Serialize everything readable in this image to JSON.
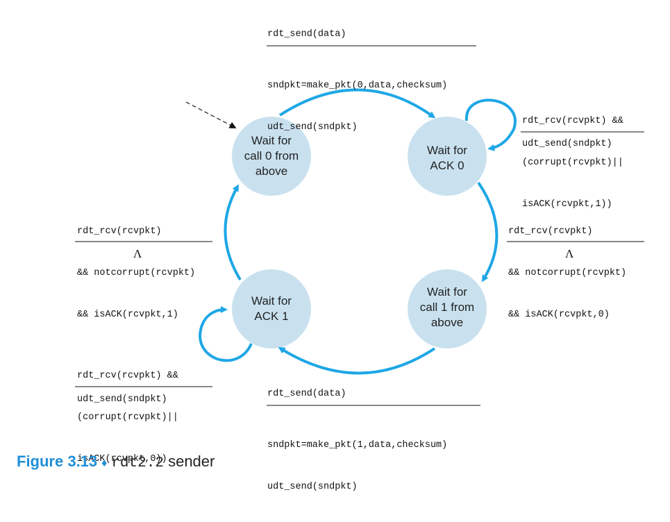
{
  "colors": {
    "state_fill": "#c9e1ef",
    "arrow": "#1ea7e6",
    "caption_accent": "#1f8fd8"
  },
  "states": {
    "wait_call0": [
      "Wait for",
      "call 0 from",
      "above"
    ],
    "wait_ack0": [
      "Wait for",
      "ACK 0"
    ],
    "wait_call1": [
      "Wait for",
      "call 1 from",
      "above"
    ],
    "wait_ack1": [
      "Wait for",
      "ACK 1"
    ]
  },
  "transitions": {
    "top": {
      "event": "rdt_send(data)",
      "actions": [
        "sndpkt=make_pkt(0,data,checksum)",
        "udt_send(sndpkt)"
      ]
    },
    "ack0_self": {
      "event": [
        "rdt_rcv(rcvpkt) &&",
        "(corrupt(rcvpkt)||",
        "isACK(rcvpkt,1))"
      ],
      "action": "udt_send(sndpkt)"
    },
    "right": {
      "event": [
        "rdt_rcv(rcvpkt)",
        "&& notcorrupt(rcvpkt)",
        "&& isACK(rcvpkt,0)"
      ],
      "action": "Λ"
    },
    "left": {
      "event": [
        "rdt_rcv(rcvpkt)",
        "&& notcorrupt(rcvpkt)",
        "&& isACK(rcvpkt,1)"
      ],
      "action": "Λ"
    },
    "ack1_self": {
      "event": [
        "rdt_rcv(rcvpkt) &&",
        "(corrupt(rcvpkt)||",
        "isACK(rcvpkt,0))"
      ],
      "action": "udt_send(sndpkt)"
    },
    "bottom": {
      "event": "rdt_send(data)",
      "actions": [
        "sndpkt=make_pkt(1,data,checksum)",
        "udt_send(sndpkt)"
      ]
    }
  },
  "caption": {
    "number": "Figure 3.13",
    "separator": "♦",
    "code": "rdt2.2",
    "text": "sender"
  }
}
